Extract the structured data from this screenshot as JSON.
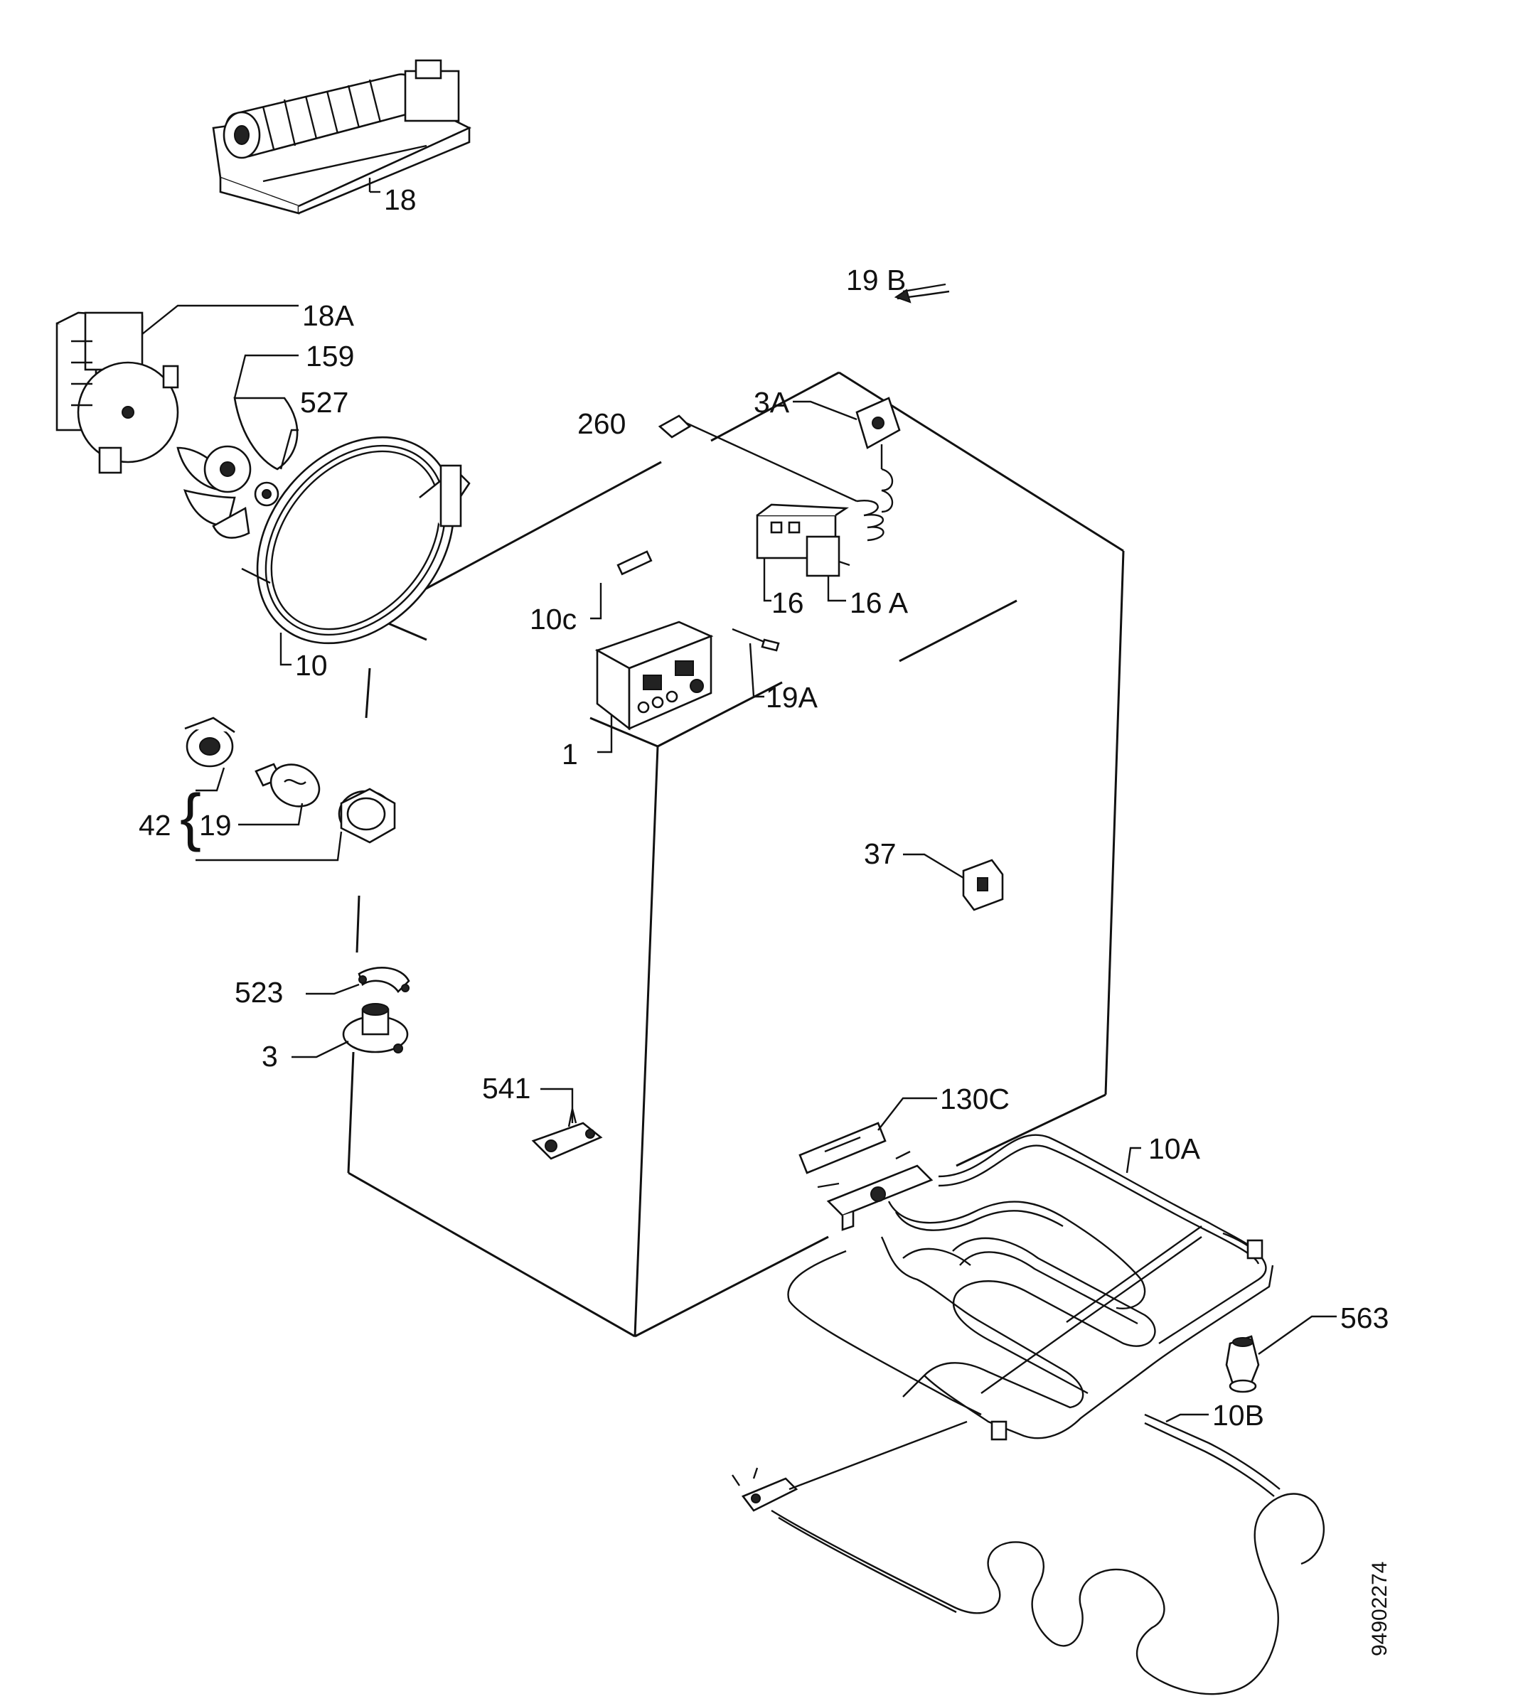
{
  "labels": {
    "l18": "18",
    "l18a": "18A",
    "l159": "159",
    "l527": "527",
    "l10": "10",
    "l260": "260",
    "l3a": "3A",
    "l19b": "19 B",
    "l10c": "10c",
    "l16": "16",
    "l16a": "16 A",
    "l1": "1",
    "l19a": "19A",
    "l42": "42",
    "l19": "19",
    "l37": "37",
    "l523": "523",
    "l3": "3",
    "l541": "541",
    "l130c": "130C",
    "l10a": "10A",
    "l563": "563",
    "l10b": "10B"
  },
  "ref_number": "94902274"
}
